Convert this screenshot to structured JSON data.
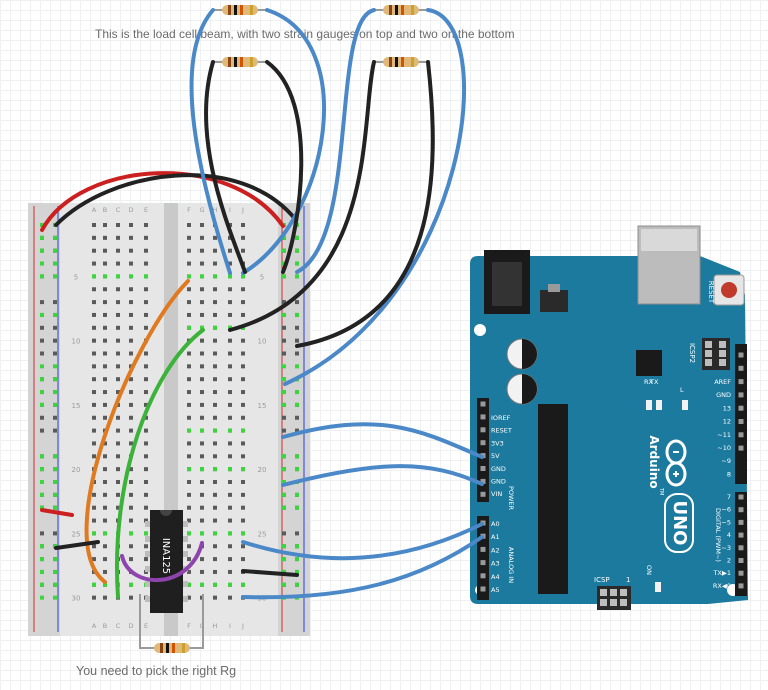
{
  "notes": {
    "top": "This is the load cell beam, with two strain gauges on top and two on the bottom",
    "bottom": "You need to pick the right Rg"
  },
  "ic": {
    "label": "INA125"
  },
  "breadboard": {
    "row_numbers": [
      "5",
      "10",
      "15",
      "20",
      "25",
      "30"
    ],
    "column_letters": [
      "A",
      "B",
      "C",
      "D",
      "E",
      "F",
      "G",
      "H",
      "I",
      "J"
    ]
  },
  "arduino": {
    "brand": "Arduino",
    "tm": "TM",
    "model": "UNO",
    "reset_label": "RESET",
    "icsp2_label": "ICSP2",
    "icsp_label": "ICSP",
    "one_label": "1",
    "tx_label": "TX",
    "rx_label": "RX",
    "l_label": "L",
    "on_label": "ON",
    "power_label": "POWER",
    "analog_label": "ANALOG IN",
    "digital_label": "DIGITAL (PWM~)",
    "power_pins": [
      "IOREF",
      "RESET",
      "3V3",
      "5V",
      "GND",
      "GND",
      "VIN"
    ],
    "analog_pins": [
      "A0",
      "A1",
      "A2",
      "A3",
      "A4",
      "A5"
    ],
    "digital_top": [
      "AREF",
      "GND",
      "13",
      "12",
      "~11",
      "~10",
      "~9",
      "8"
    ],
    "digital_bottom": [
      "7",
      "~6",
      "~5",
      "4",
      "~3",
      "2",
      "TX▶1",
      "RX◀0"
    ]
  },
  "colors": {
    "board": "#1b7a9e",
    "wire_blue": "#4a88c8",
    "wire_black": "#222222",
    "wire_red": "#cc1f1f",
    "wire_orange": "#e07a20",
    "wire_green": "#3bb33b",
    "wire_purple": "#8e44ad"
  }
}
